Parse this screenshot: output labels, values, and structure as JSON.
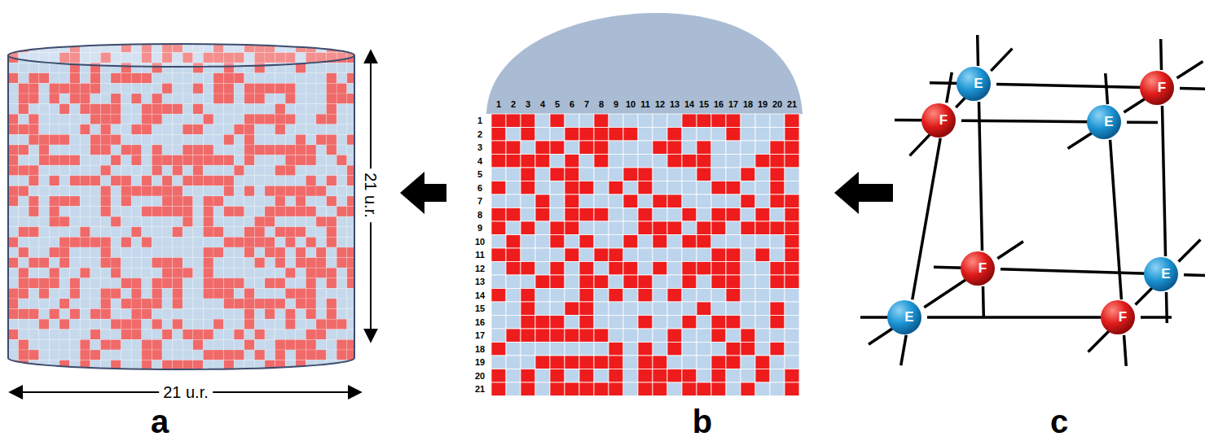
{
  "diagram": {
    "nodes": [
      {
        "text": [
          "E"
        ]
      },
      {
        "text": [
          "F"
        ]
      },
      {
        "text": [
          "F"
        ]
      },
      {
        "text": [
          "E"
        ]
      },
      {
        "text": [
          "F"
        ]
      },
      {
        "text": [
          "E"
        ]
      },
      {
        "text": [
          "E"
        ]
      },
      {
        "text": [
          "F"
        ]
      }
    ],
    "edges": [
      {
        "from": 0,
        "to": 1,
        "arrow": "none"
      },
      {
        "from": 2,
        "to": 3,
        "arrow": "none"
      },
      {
        "from": 4,
        "to": 5,
        "arrow": "none"
      },
      {
        "from": 6,
        "to": 7,
        "arrow": "none"
      },
      {
        "from": 0,
        "to": 4,
        "arrow": "none"
      },
      {
        "from": 1,
        "to": 5,
        "arrow": "none"
      },
      {
        "from": 2,
        "to": 6,
        "arrow": "none"
      },
      {
        "from": 3,
        "to": 7,
        "arrow": "none"
      },
      {
        "from": 0,
        "to": 2,
        "arrow": "none"
      },
      {
        "from": 1,
        "to": 3,
        "arrow": "none"
      },
      {
        "from": 4,
        "to": 6,
        "arrow": "none"
      },
      {
        "from": 5,
        "to": 7,
        "arrow": "none"
      }
    ],
    "labels": [
      "21 u.r.",
      "21 u.r.",
      "a",
      "b",
      "c",
      "1",
      "2",
      "3",
      "4",
      "5",
      "6",
      "7",
      "8",
      "9",
      "10",
      "11",
      "12",
      "13",
      "14",
      "15",
      "16",
      "17",
      "18",
      "19",
      "20",
      "21",
      "1",
      "2",
      "3",
      "4",
      "5",
      "6",
      "7",
      "8",
      "9",
      "10",
      "11",
      "12",
      "13",
      "14",
      "15",
      "16",
      "17",
      "18",
      "19",
      "20",
      "21"
    ]
  }
}
